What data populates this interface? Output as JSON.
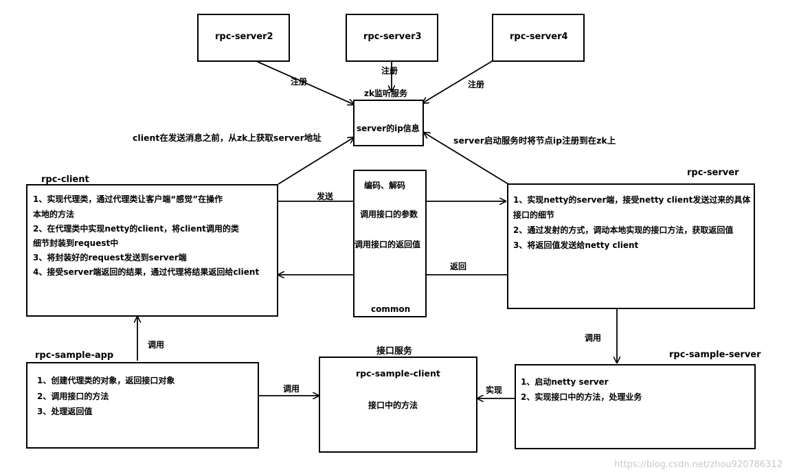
{
  "servers": {
    "s2": "rpc-server2",
    "s3": "rpc-server3",
    "s4": "rpc-server4"
  },
  "register_labels": {
    "left": "注册",
    "mid": "注册",
    "right": "注册"
  },
  "zk": {
    "title": "zk监听服务",
    "body": "server的ip信息"
  },
  "annotations": {
    "client_fetch": "client在发送消息之前，从zk上获取server地址",
    "server_register": "server启动服务时将节点ip注册到在zk上",
    "send": "发送",
    "return": "返回",
    "invoke_app": "调用",
    "invoke_client": "调用",
    "invoke_server": "调用",
    "implement": "实现"
  },
  "rpc_client": {
    "title": "rpc-client",
    "lines": [
      "1、实现代理类，通过代理类让客户端“感觉”在操作",
      "本地的方法",
      "2、在代理类中实现netty的client，将client调用的类",
      "细节封装到request中",
      "3、将封装好的request发送到server端",
      "4、接受server端返回的结果，通过代理将结果返回给client"
    ]
  },
  "common": {
    "lines": [
      "编码、解码",
      "调用接口的参数",
      "调用接口的返回值"
    ],
    "footer": "common"
  },
  "rpc_server": {
    "title": "rpc-server",
    "lines": [
      "1、实现netty的server端，接受netty client发送过来的具体",
      "接口的细节",
      "2、通过发射的方式，调动本地实现的接口方法，获取返回值",
      "3、将返回值发送给netty client"
    ]
  },
  "sample_app": {
    "title": "rpc-sample-app",
    "lines": [
      "1、创建代理类的对象，返回接口对象",
      "2、调用接口的方法",
      "3、处理返回值"
    ]
  },
  "sample_client": {
    "title": "接口服务",
    "name": "rpc-sample-client",
    "body": "接口中的方法"
  },
  "sample_server": {
    "title": "rpc-sample-server",
    "lines": [
      "1、启动netty server",
      "2、实现接口中的方法，处理业务"
    ]
  },
  "watermark": "https://blog.csdn.net/zhou920786312"
}
